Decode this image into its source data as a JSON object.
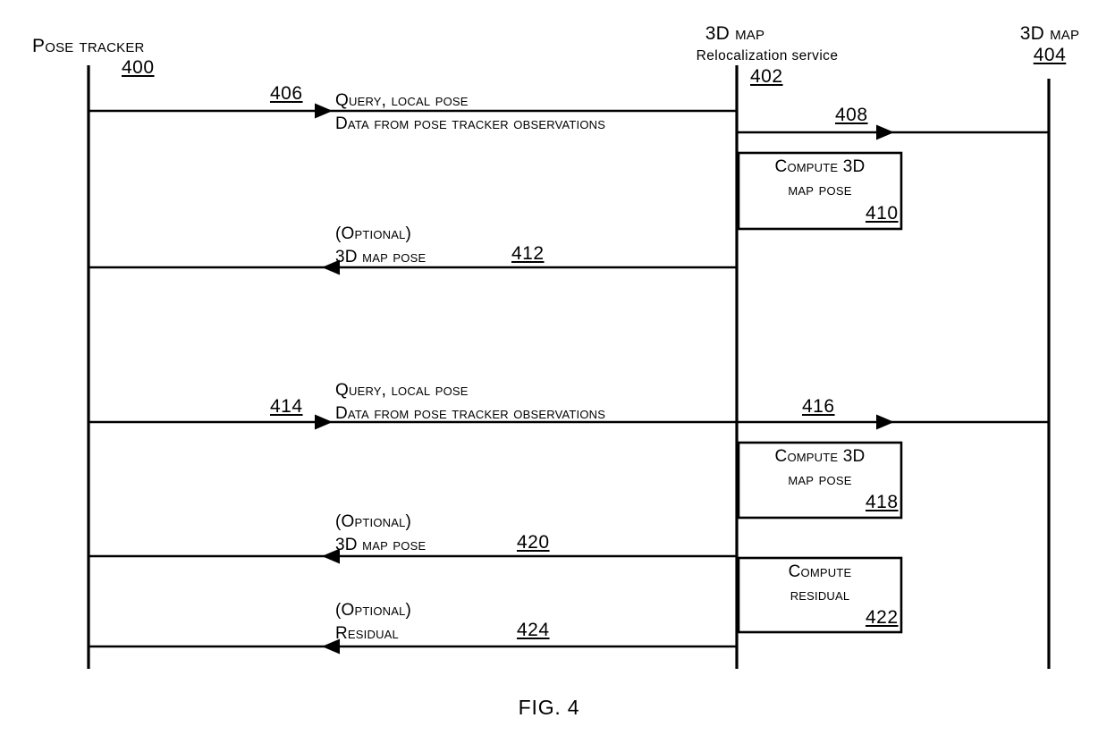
{
  "figure": {
    "caption": "FIG. 4",
    "type": "sequence-diagram"
  },
  "lifelines": [
    {
      "id": "pose-tracker",
      "title": "Pose tracker",
      "ref": "400"
    },
    {
      "id": "relocalization-service",
      "title_line1": "3D map",
      "title_line2": "Relocalization service",
      "ref": "402"
    },
    {
      "id": "three-d-map",
      "title": "3D map",
      "ref": "404"
    }
  ],
  "messages": [
    {
      "id": "msg-406",
      "ref": "406",
      "line1": "Query, local pose",
      "line2": "Data from pose tracker observations",
      "direction": "right",
      "from": "pose-tracker",
      "to": "relocalization-service"
    },
    {
      "id": "msg-408",
      "ref": "408",
      "line1": "",
      "line2": "",
      "direction": "right",
      "from": "relocalization-service",
      "to": "three-d-map"
    },
    {
      "id": "msg-412",
      "ref": "412",
      "line1": "(Optional)",
      "line2": "3D map pose",
      "direction": "left",
      "from": "relocalization-service",
      "to": "pose-tracker"
    },
    {
      "id": "msg-414",
      "ref": "414",
      "line1": "Query, local pose",
      "line2": "Data from pose tracker observations",
      "direction": "right",
      "from": "pose-tracker",
      "to": "relocalization-service"
    },
    {
      "id": "msg-416",
      "ref": "416",
      "line1": "",
      "line2": "",
      "direction": "right",
      "from": "relocalization-service",
      "to": "three-d-map"
    },
    {
      "id": "msg-420",
      "ref": "420",
      "line1": "(Optional)",
      "line2": "3D map pose",
      "direction": "left",
      "from": "relocalization-service",
      "to": "pose-tracker"
    },
    {
      "id": "msg-424",
      "ref": "424",
      "line1": "(Optional)",
      "line2": "Residual",
      "direction": "left",
      "from": "relocalization-service",
      "to": "pose-tracker"
    }
  ],
  "activities": [
    {
      "id": "act-410",
      "line1": "Compute 3D",
      "line2": "map pose",
      "ref": "410"
    },
    {
      "id": "act-418",
      "line1": "Compute 3D",
      "line2": "map pose",
      "ref": "418"
    },
    {
      "id": "act-422",
      "line1": "Compute",
      "line2": "residual",
      "ref": "422"
    }
  ],
  "style": {
    "stroke": "#000000",
    "background": "#ffffff"
  }
}
